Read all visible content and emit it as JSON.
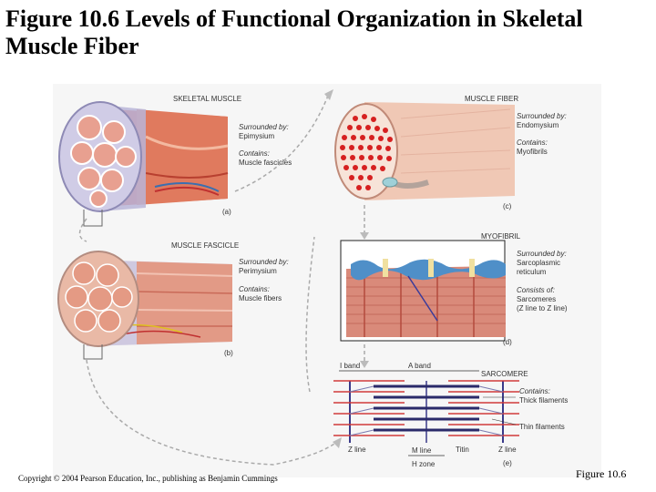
{
  "title": "Figure 10.6  Levels of Functional Organization in Skeletal Muscle Fiber",
  "panels": {
    "a": {
      "heading": "SKELETAL MUSCLE",
      "line1": "Surrounded by:",
      "line2": "Epimysium",
      "line3": "Contains:",
      "line4": "Muscle fascicles",
      "letter": "(a)"
    },
    "b": {
      "heading": "MUSCLE FASCICLE",
      "line1": "Surrounded by:",
      "line2": "Perimysium",
      "line3": "Contains:",
      "line4": "Muscle fibers",
      "letter": "(b)"
    },
    "c": {
      "heading": "MUSCLE FIBER",
      "line1": "Surrounded by:",
      "line2": "Endomysium",
      "line3": "Contains:",
      "line4": "Myofibrils",
      "letter": "(c)"
    },
    "d": {
      "heading": "MYOFIBRIL",
      "line1": "Surrounded by:",
      "line2": "Sarcoplasmic",
      "line3": "reticulum",
      "line4": "Consists of:",
      "line5": "Sarcomeres",
      "line6": "(Z line to Z line)",
      "letter": "(d)"
    },
    "e": {
      "heading": "SARCOMERE",
      "contains": "Contains:",
      "thick": "Thick filaments",
      "thin": "Thin filaments",
      "i_band": "I band",
      "a_band": "A band",
      "z_left": "Z line",
      "m_line": "M line",
      "h_zone": "H zone",
      "titin": "Titin",
      "z_right": "Z line",
      "letter": "(e)"
    }
  },
  "footer": {
    "copyright": "Copyright © 2004 Pearson Education, Inc., publishing as Benjamin Cummings",
    "figure_ref": "Figure 10.6"
  },
  "colors": {
    "muscle": "#d9604f",
    "fascicle_fill": "#e8a090",
    "fiber_dot": "#d62020",
    "sheath": "#b9b5d8",
    "sr_blue": "#4f8fc8",
    "filament": "#2a2a6a"
  }
}
